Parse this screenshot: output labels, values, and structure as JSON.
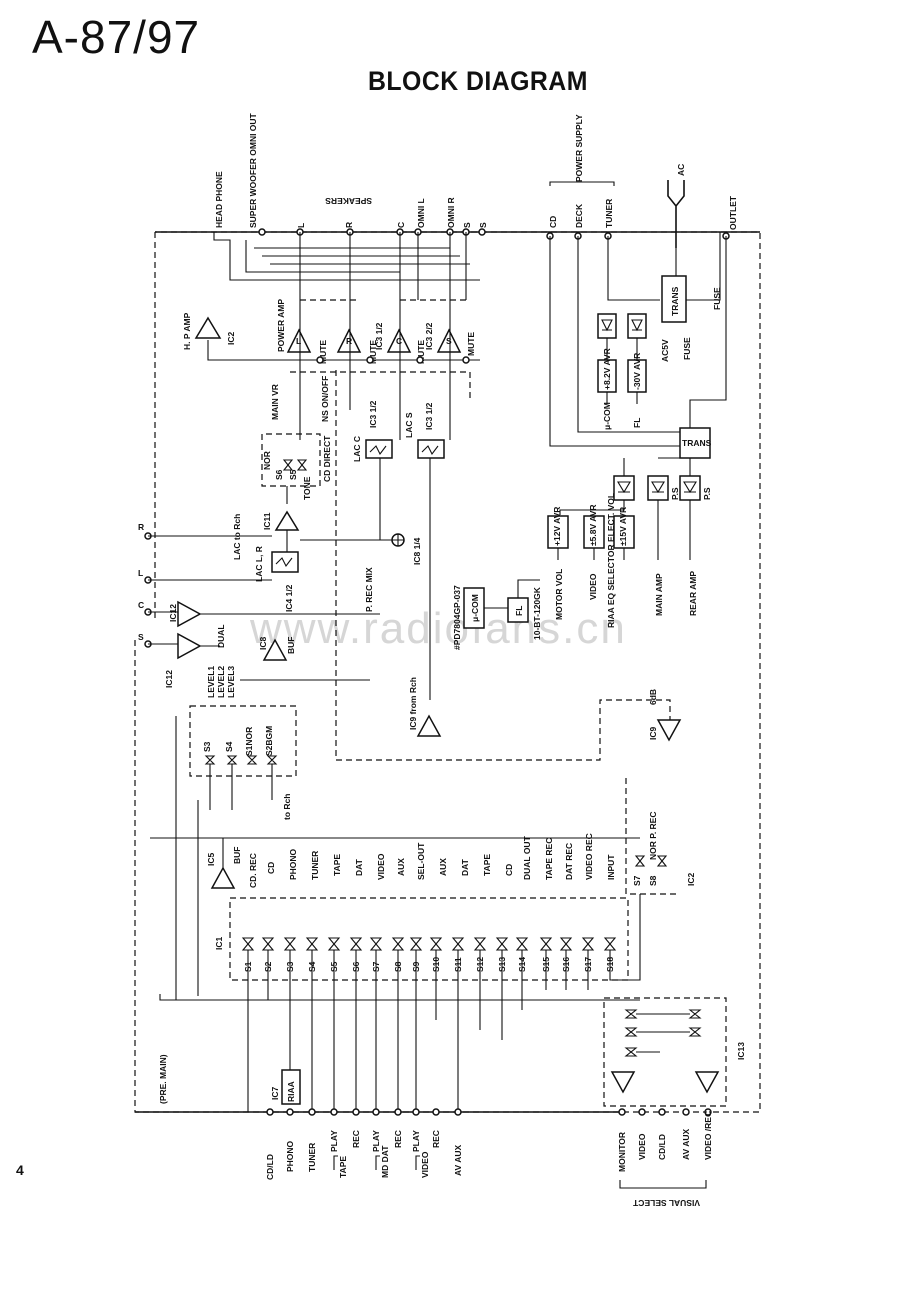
{
  "header": {
    "model": "A-87/97",
    "title": "BLOCK DIAGRAM"
  },
  "footer": {
    "page_number": "4"
  },
  "watermark": "www.radiofans.cn",
  "top_outputs": [
    "HEAD PHONE",
    "SUPER WOOFER OMNI OUT",
    "L",
    "R",
    "C",
    "OMNI L",
    "OMNI R",
    "S",
    "S"
  ],
  "speakers_label": "SPEAKERS",
  "power_supply": {
    "label": "POWER SUPPLY",
    "outputs": [
      "CD",
      "DECK",
      "TUNER"
    ],
    "ac_label": "AC",
    "outlet_label": "OUTLET",
    "fuse_labels": [
      "FUSE",
      "FUSE"
    ],
    "trans_labels": [
      "TRANS",
      "TRANS"
    ],
    "ac5v": "AC5V",
    "avr_top": [
      "+8.2V AVR",
      "-30V AVR"
    ],
    "avr_bottom": [
      "+12V AVR",
      "±5.8V AVR",
      "±15V AVR"
    ],
    "ps_labels": [
      "P.S",
      "P.S"
    ],
    "rails": [
      "μ-COM",
      "FL",
      "MOTOR VOL",
      "VIDEO",
      "RIAA EQ SELECTOR ELECT. VOL",
      "MAIN AMP",
      "REAR AMP"
    ],
    "chips": [
      "#PD7804GP-037",
      "10-BT-120GK"
    ],
    "ucom_box": "μ-COM",
    "fl_box": "FL"
  },
  "amps": {
    "hp_amp": "H. P AMP",
    "ic2": "IC2",
    "power_amp": "POWER AMP",
    "amp_letters": [
      "L",
      "R",
      "C",
      "S"
    ],
    "ic3_a": "IC3 1/2",
    "ic3_b": "IC3 2/2",
    "mute": "MUTE",
    "main_vr": "MAIN VR",
    "ns": "NS ON/OFF",
    "lac_c": "LAC C",
    "lac_s": "LAC S",
    "ic3_c": "IC3 1/2",
    "ic3_d": "IC3 1/2",
    "nor": "NOR",
    "s6": "S6",
    "s5": "S5",
    "cd_direct": "CD DIRECT",
    "tone": "TONE",
    "ic11": "IC11",
    "lac_rch": "LAC to Rch",
    "lac_lr": "LAC L, R",
    "ic4": "IC4 1/2",
    "prec_mix": "P. REC MIX",
    "ic8_q": "IC8 1/4",
    "ic12_a": "IC12",
    "ic12_b": "IC12",
    "dual": "DUAL",
    "ic8": "IC8",
    "buf": "BUF",
    "side_letters": [
      "R",
      "L",
      "C",
      "S"
    ],
    "levels": [
      "LEVEL1",
      "LEVEL2",
      "LEVEL3"
    ],
    "ic9": "IC9 from Rch",
    "db6": "6dB",
    "ic9b": "IC9"
  },
  "selector": {
    "s_small": [
      "S3",
      "S4",
      "S1NOR",
      "S2BGM"
    ],
    "to_rch": "to Rch",
    "ic5": "IC5",
    "buf": "BUF",
    "nor_prec": "NOR P. REC",
    "s7": "S7",
    "s8": "S8",
    "ic2": "IC2",
    "ic1": "IC1",
    "inputs_a": [
      "CD. REC",
      "CD",
      "PHONO",
      "TUNER",
      "TAPE",
      "DAT",
      "VIDEO",
      "AUX",
      "SEL-OUT"
    ],
    "inputs_b": [
      "AUX",
      "DAT",
      "TAPE",
      "CD",
      "DUAL OUT"
    ],
    "inputs_c": [
      "TAPE REC",
      "DAT REC",
      "VIDEO REC",
      "INPUT"
    ],
    "switches": [
      "S1",
      "S2",
      "S3",
      "S4",
      "S5",
      "S6",
      "S7",
      "S8",
      "S9",
      "S10",
      "S11",
      "S12",
      "S13",
      "S14",
      "S15",
      "S16",
      "S17",
      "S18"
    ],
    "pre_main": "(PRE. MAIN)",
    "ic7": "IC7",
    "riaa": "RIAA"
  },
  "bottom_inputs": [
    "CD/LD",
    "PHONO",
    "TUNER",
    "PLAY",
    "REC",
    "PLAY",
    "REC",
    "PLAY",
    "REC",
    "AV AUX"
  ],
  "bottom_groups": [
    "TAPE",
    "MD DAT",
    "VIDEO"
  ],
  "visual_select": {
    "outputs": [
      "MONITOR",
      "VIDEO",
      "CD/LD",
      "AV AUX",
      "VIDEO /REC"
    ],
    "label": "VISUAL SELECT",
    "ic13": "IC13"
  }
}
